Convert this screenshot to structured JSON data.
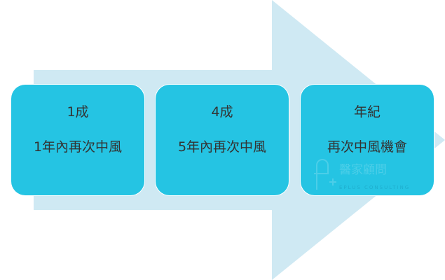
{
  "colors": {
    "arrow": "#CFE9F3",
    "box": "#25C4E3",
    "text": "#333333"
  },
  "boxes": [
    {
      "line1": "1成",
      "line2": "1年內再次中風"
    },
    {
      "line1": "4成",
      "line2": "5年內再次中風"
    },
    {
      "line1": "年紀",
      "line2": "再次中風機會"
    }
  ],
  "watermark": {
    "cn": "醫家顧問",
    "en": "EPLUS CONSULTING"
  }
}
